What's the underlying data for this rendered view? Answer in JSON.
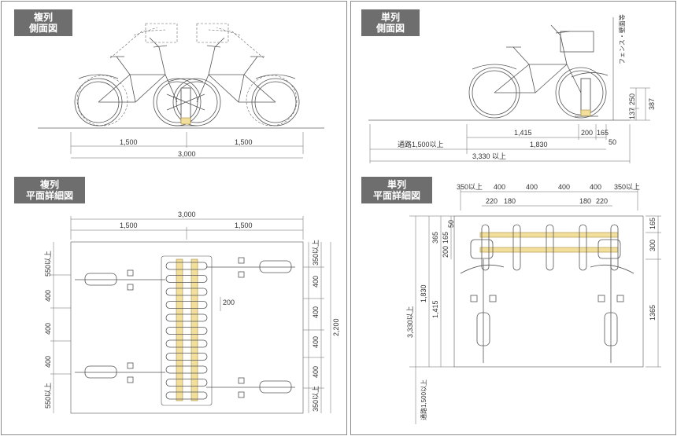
{
  "panels": {
    "double_side": {
      "label_line1": "複列",
      "label_line2": "側面図",
      "dims": {
        "left": "1,500",
        "right": "1,500",
        "total": "3,000"
      }
    },
    "single_side": {
      "label_line1": "単列",
      "label_line2": "側面図",
      "dims": {
        "d1415": "1,415",
        "d200": "200",
        "d165": "165",
        "d50": "50",
        "passage": "通路1,500以上",
        "d1830": "1,830",
        "total": "3,330 以上",
        "h137": "137",
        "h250": "250",
        "h387": "387",
        "fence": "フェンス・壁面等"
      }
    },
    "double_plan": {
      "label_line1": "複列",
      "label_line2": "平面詳細図",
      "dims": {
        "total": "3,000",
        "left": "1,500",
        "right": "1,500",
        "l550a": "550以上",
        "l400a": "400",
        "l400b": "400",
        "l400c": "400",
        "l550b": "550以上",
        "r350a": "350以上",
        "r400a": "400",
        "r400b": "400",
        "r400c": "400",
        "r400d": "400",
        "r350b": "350以上",
        "r2200": "2,200",
        "pitch": "200"
      }
    },
    "single_plan": {
      "label_line1": "単列",
      "label_line2": "平面詳細図",
      "dims": {
        "t350a": "350以上",
        "t400a": "400",
        "t400b": "400",
        "t400c": "400",
        "t350b": "350以上",
        "t220a": "220",
        "t180a": "180",
        "t180b": "180",
        "t220b": "220",
        "l50": "50",
        "l165": "165",
        "l365": "365",
        "l200": "200",
        "l1830": "1,830",
        "l1415": "1,415",
        "l3330": "3,330以上",
        "passage": "通路1,500以上",
        "r165": "165",
        "r300": "300",
        "r1365": "1365"
      }
    }
  },
  "colors": {
    "tag_bg": "#6e6e6e",
    "rack_yellow": "#f2df9c",
    "border": "#8a8a8a"
  }
}
